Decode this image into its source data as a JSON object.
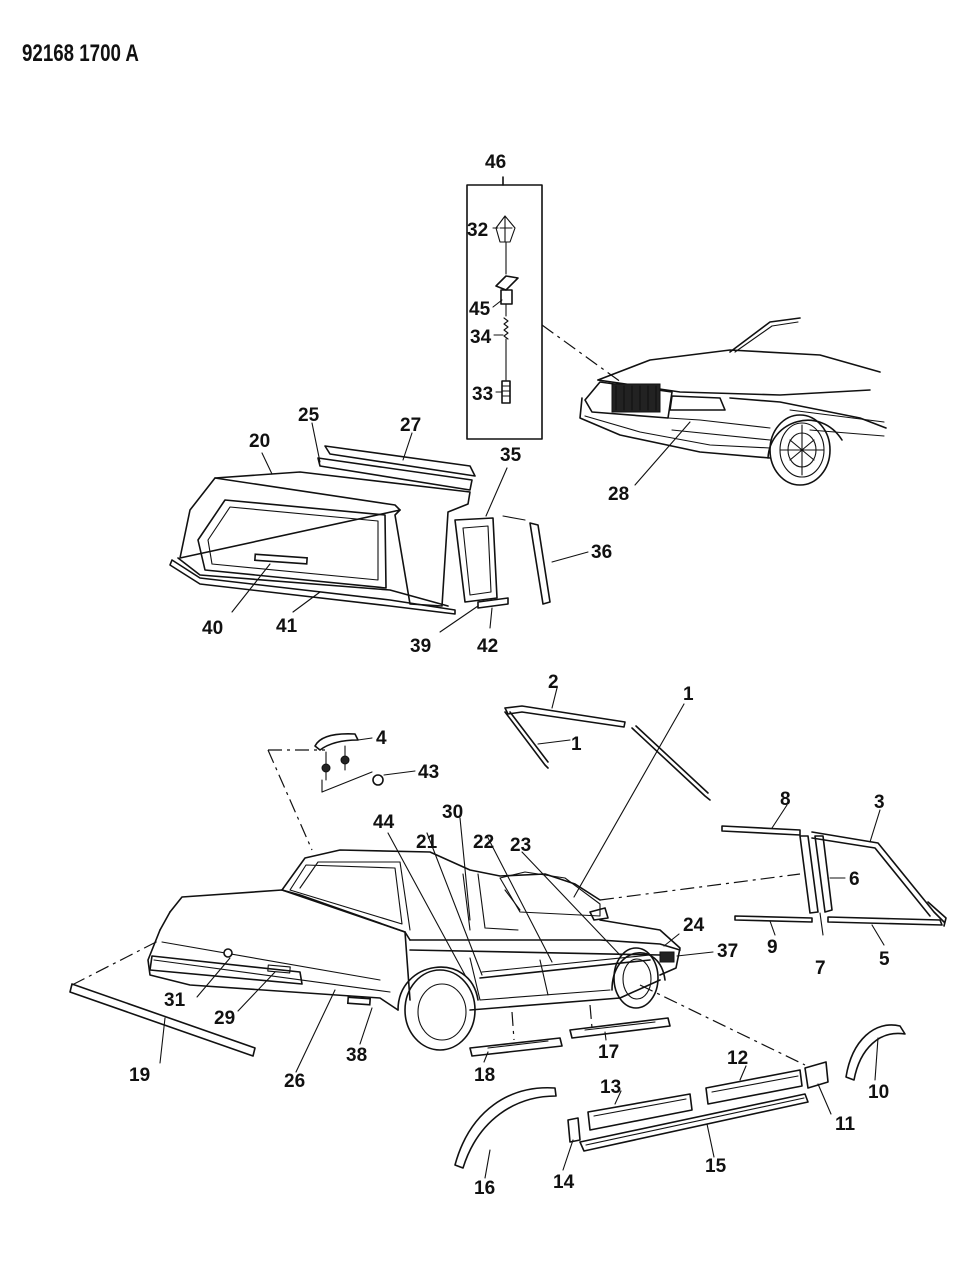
{
  "header": {
    "code": "92168 1700 A"
  },
  "callouts": {
    "c1a": "1",
    "c1b": "1",
    "c2": "2",
    "c3": "3",
    "c4": "4",
    "c5": "5",
    "c6": "6",
    "c7": "7",
    "c8": "8",
    "c9": "9",
    "c10": "10",
    "c11": "11",
    "c12": "12",
    "c13": "13",
    "c14": "14",
    "c15": "15",
    "c16": "16",
    "c17": "17",
    "c18": "18",
    "c19": "19",
    "c20": "20",
    "c21": "21",
    "c22": "22",
    "c23": "23",
    "c24": "24",
    "c25": "25",
    "c26": "26",
    "c27": "27",
    "c28": "28",
    "c29": "29",
    "c30": "30",
    "c31": "31",
    "c32": "32",
    "c33": "33",
    "c34": "34",
    "c35": "35",
    "c36": "36",
    "c37": "37",
    "c38": "38",
    "c39": "39",
    "c40": "40",
    "c41": "41",
    "c42": "42",
    "c43": "43",
    "c44": "44",
    "c45": "45",
    "c46": "46"
  }
}
